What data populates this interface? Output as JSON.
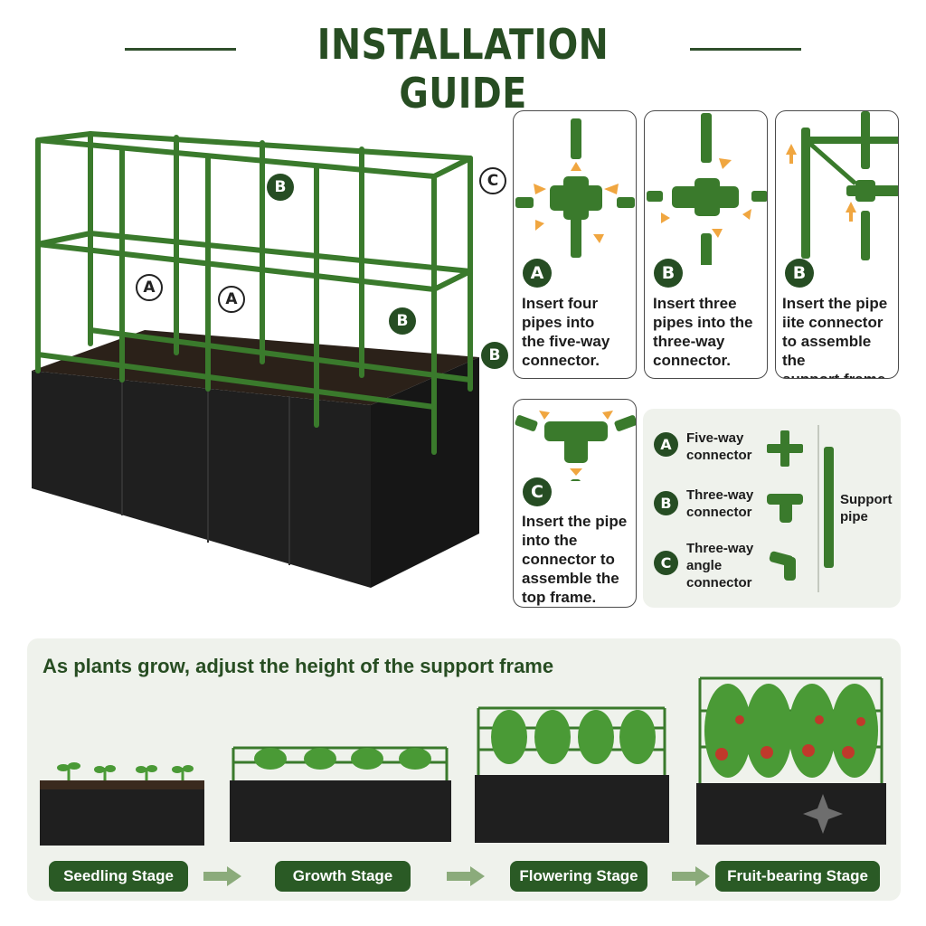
{
  "header": {
    "title": "INSTALLATION GUIDE"
  },
  "main_callouts": [
    "B",
    "C",
    "A",
    "A",
    "B",
    "B"
  ],
  "steps": [
    {
      "badge": "A",
      "text": [
        "Insert four",
        "pipes into",
        "the five-way",
        "connector."
      ]
    },
    {
      "badge": "B",
      "text": [
        "Insert three",
        "pipes into the",
        "three-way",
        "connector."
      ]
    },
    {
      "badge": "B",
      "text": [
        "Insert the pipe",
        "iite connector",
        "to assemble the",
        "support frame."
      ]
    },
    {
      "badge": "C",
      "text": [
        "Insert the pipe",
        "into the",
        "connector to",
        "assemble the",
        "top frame."
      ]
    }
  ],
  "legend": {
    "items": [
      {
        "badge": "A",
        "lines": [
          "Five-way",
          "connector"
        ]
      },
      {
        "badge": "B",
        "lines": [
          "Three-way",
          "connector"
        ]
      },
      {
        "badge": "C",
        "lines": [
          "Three-way",
          "angle",
          "connector"
        ]
      }
    ],
    "pipe_label": [
      "Support",
      "pipe"
    ]
  },
  "growth": {
    "heading": "As plants grow, adjust the height of the support frame",
    "stages": [
      "Seedling Stage",
      "Growth Stage",
      "Flowering Stage",
      "Fruit-bearing Stage"
    ]
  },
  "colors": {
    "brand": "#264d23",
    "pipe": "#3a7a2c",
    "arrow": "#f0a640",
    "bag": "#1e1e1e",
    "panel": "#eff2ec"
  }
}
